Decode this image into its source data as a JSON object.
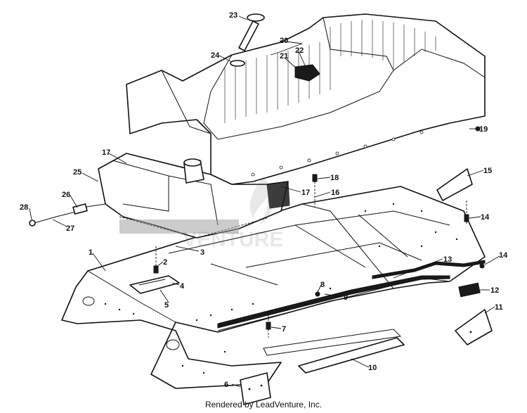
{
  "diagram": {
    "callouts": [
      {
        "id": "c1",
        "label": "1"
      },
      {
        "id": "c2",
        "label": "2"
      },
      {
        "id": "c3",
        "label": "3"
      },
      {
        "id": "c4",
        "label": "4"
      },
      {
        "id": "c5",
        "label": "5"
      },
      {
        "id": "c6",
        "label": "6"
      },
      {
        "id": "c7",
        "label": "7"
      },
      {
        "id": "c8",
        "label": "8"
      },
      {
        "id": "c9",
        "label": "9"
      },
      {
        "id": "c10",
        "label": "10"
      },
      {
        "id": "c11",
        "label": "11"
      },
      {
        "id": "c12",
        "label": "12"
      },
      {
        "id": "c13",
        "label": "13"
      },
      {
        "id": "c14a",
        "label": "14"
      },
      {
        "id": "c14b",
        "label": "14"
      },
      {
        "id": "c15",
        "label": "15"
      },
      {
        "id": "c16",
        "label": "16"
      },
      {
        "id": "c17a",
        "label": "17"
      },
      {
        "id": "c17b",
        "label": "17"
      },
      {
        "id": "c18",
        "label": "18"
      },
      {
        "id": "c19",
        "label": "19"
      },
      {
        "id": "c20",
        "label": "20"
      },
      {
        "id": "c21",
        "label": "21"
      },
      {
        "id": "c22",
        "label": "22"
      },
      {
        "id": "c23",
        "label": "23"
      },
      {
        "id": "c24",
        "label": "24"
      },
      {
        "id": "c25",
        "label": "25"
      },
      {
        "id": "c26",
        "label": "26"
      },
      {
        "id": "c27",
        "label": "27"
      },
      {
        "id": "c28",
        "label": "28"
      }
    ]
  },
  "watermark": {
    "text": "VENTURE"
  },
  "footer": {
    "credit": "Rendered by LeadVenture, Inc."
  }
}
